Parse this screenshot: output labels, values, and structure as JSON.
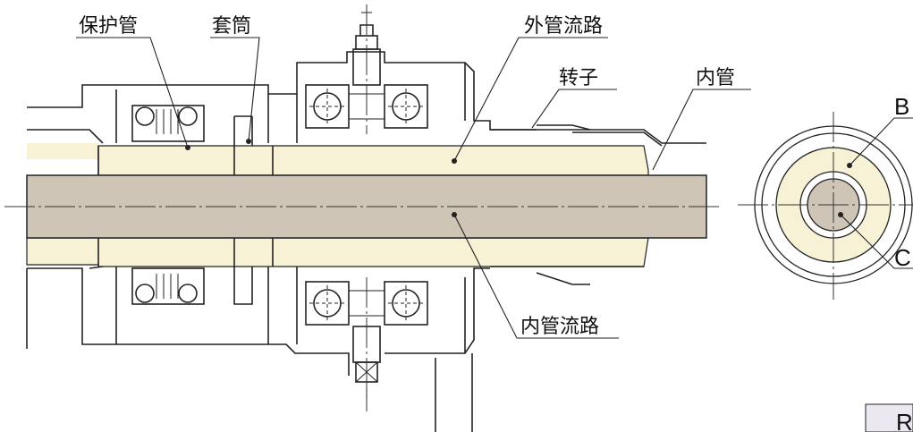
{
  "labels": {
    "protective_tube": "保护管",
    "sleeve": "套筒",
    "outer_flow_path": "外管流路",
    "rotor": "转子",
    "inner_tube": "内管",
    "inner_flow_path": "内管流路",
    "section_b": "B",
    "section_c": "C",
    "corner_fragment": "R"
  },
  "colors": {
    "outer_passage_fill": "#f7f1d6",
    "inner_tube_fill": "#cfc5b6",
    "line": "#222222",
    "corner_box": "#ece8f2"
  }
}
